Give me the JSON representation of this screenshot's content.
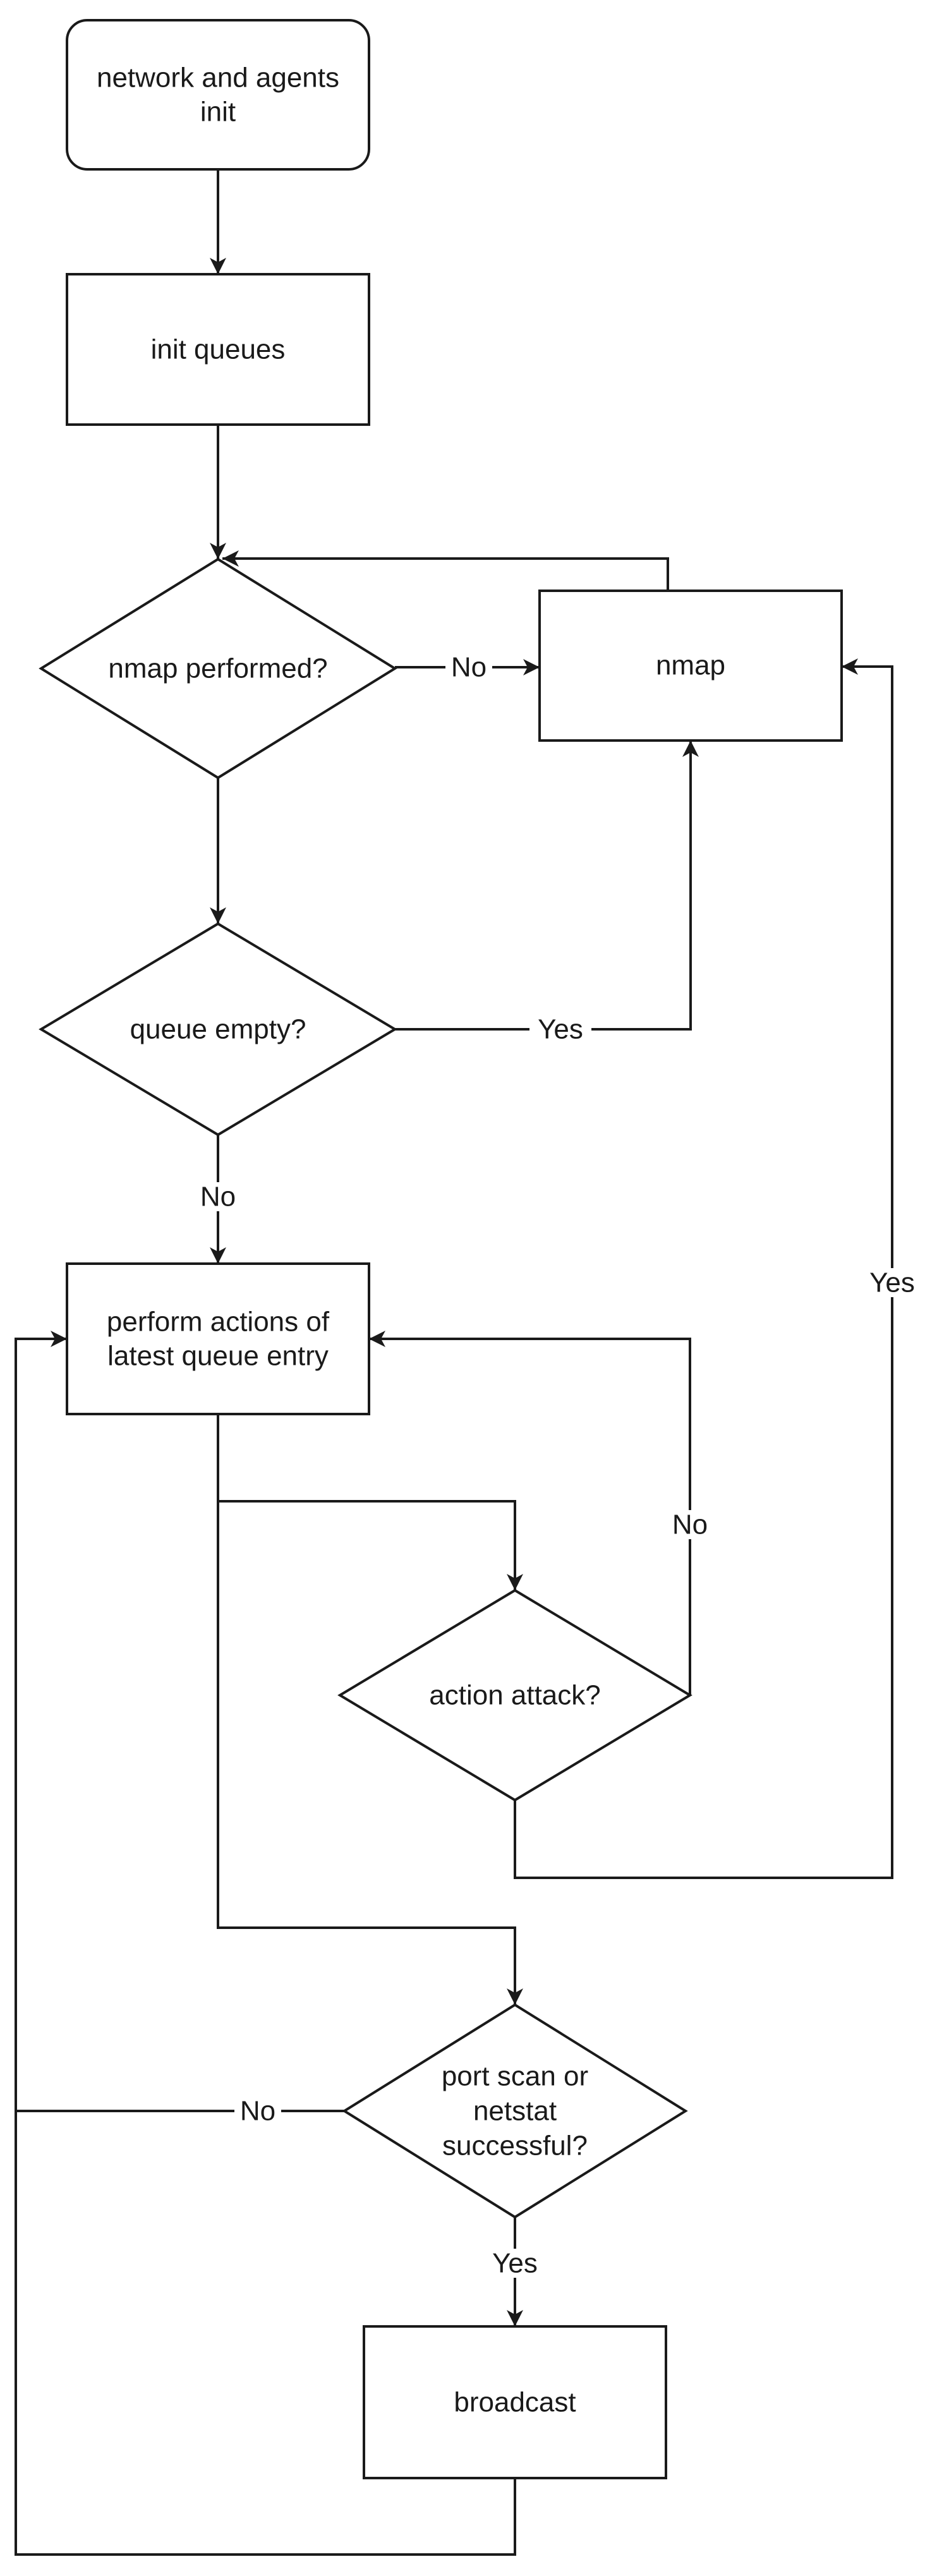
{
  "diagram_type": "flowchart",
  "nodes": {
    "start": {
      "shape": "rounded-rectangle",
      "lines": [
        "network and agents",
        "init"
      ]
    },
    "init_queues": {
      "shape": "rectangle",
      "label": "init queues"
    },
    "nmap_performed": {
      "shape": "diamond",
      "label": "nmap performed?"
    },
    "nmap": {
      "shape": "rectangle",
      "label": "nmap"
    },
    "queue_empty": {
      "shape": "diamond",
      "label": "queue empty?"
    },
    "perform_actions": {
      "shape": "rectangle",
      "lines": [
        "perform actions of",
        "latest queue entry"
      ]
    },
    "action_attack": {
      "shape": "diamond",
      "label": "action attack?"
    },
    "port_scan": {
      "shape": "diamond",
      "lines": [
        "port scan or",
        "netstat",
        "successful?"
      ]
    },
    "broadcast": {
      "shape": "rectangle",
      "label": "broadcast"
    }
  },
  "edges": {
    "nmap_performed_no": {
      "label": "No"
    },
    "queue_empty_yes": {
      "label": "Yes"
    },
    "queue_empty_no": {
      "label": "No"
    },
    "action_attack_no": {
      "label": "No"
    },
    "action_attack_yes": {
      "label": "Yes"
    },
    "port_scan_yes": {
      "label": "Yes"
    },
    "port_scan_no": {
      "label": "No"
    }
  },
  "colors": {
    "stroke": "#1a1a1a",
    "node_fill": "#ffffff",
    "background": "#ffffff",
    "text": "#1a1a1a"
  }
}
